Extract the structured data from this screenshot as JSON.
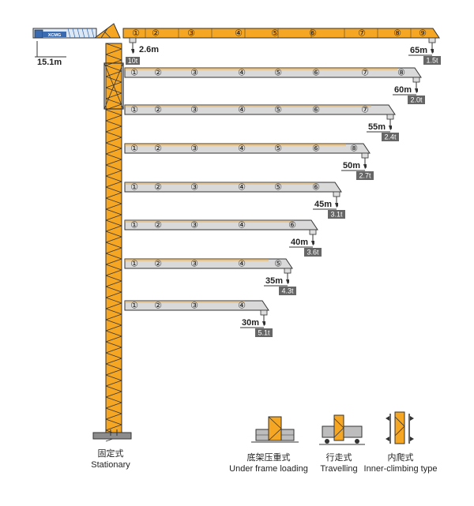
{
  "colors": {
    "mast": "#F5A623",
    "jib_main": "#F5A623",
    "jib_alt": "#D9D9D9",
    "outline": "#333333",
    "badge": "#666666",
    "badge_text": "#ffffff",
    "base": "#8c8c8c"
  },
  "top_crane": {
    "counter_jib": "15.1m",
    "min_radius": "2.6m",
    "min_radius_load": "10t",
    "brand": "XCMG",
    "sections": [
      "①",
      "②",
      "③",
      "④",
      "⑤",
      "⑥",
      "⑦",
      "⑧",
      "⑨"
    ]
  },
  "jib_options": [
    {
      "length": "65m",
      "tip_load": "1.5t",
      "sections": [
        "①",
        "②",
        "③",
        "④",
        "⑤",
        "⑥",
        "⑦",
        "⑧",
        "⑨"
      ]
    },
    {
      "length": "60m",
      "tip_load": "2.0t",
      "sections": [
        "①",
        "②",
        "③",
        "④",
        "⑤",
        "⑥",
        "⑦",
        "⑧"
      ]
    },
    {
      "length": "55m",
      "tip_load": "2.4t",
      "sections": [
        "①",
        "②",
        "③",
        "④",
        "⑤",
        "⑥",
        "⑦"
      ]
    },
    {
      "length": "50m",
      "tip_load": "2.7t",
      "sections": [
        "①",
        "②",
        "③",
        "④",
        "⑤",
        "⑥",
        "⑧"
      ]
    },
    {
      "length": "45m",
      "tip_load": "3.1t",
      "sections": [
        "①",
        "②",
        "③",
        "④",
        "⑤",
        "⑥"
      ]
    },
    {
      "length": "40m",
      "tip_load": "3.6t",
      "sections": [
        "①",
        "②",
        "③",
        "④",
        "⑥"
      ]
    },
    {
      "length": "35m",
      "tip_load": "4.3t",
      "sections": [
        "①",
        "②",
        "③",
        "④",
        "⑤"
      ]
    },
    {
      "length": "30m",
      "tip_load": "5.1t",
      "sections": [
        "①",
        "②",
        "③",
        "④"
      ]
    }
  ],
  "mounting": {
    "stationary_cn": "固定式",
    "stationary_en": "Stationary",
    "under_frame_cn": "底架压重式",
    "under_frame_en": "Under frame loading",
    "travelling_cn": "行走式",
    "travelling_en": "Travelling",
    "inner_cn": "内爬式",
    "inner_en": "Inner-climbing type"
  }
}
